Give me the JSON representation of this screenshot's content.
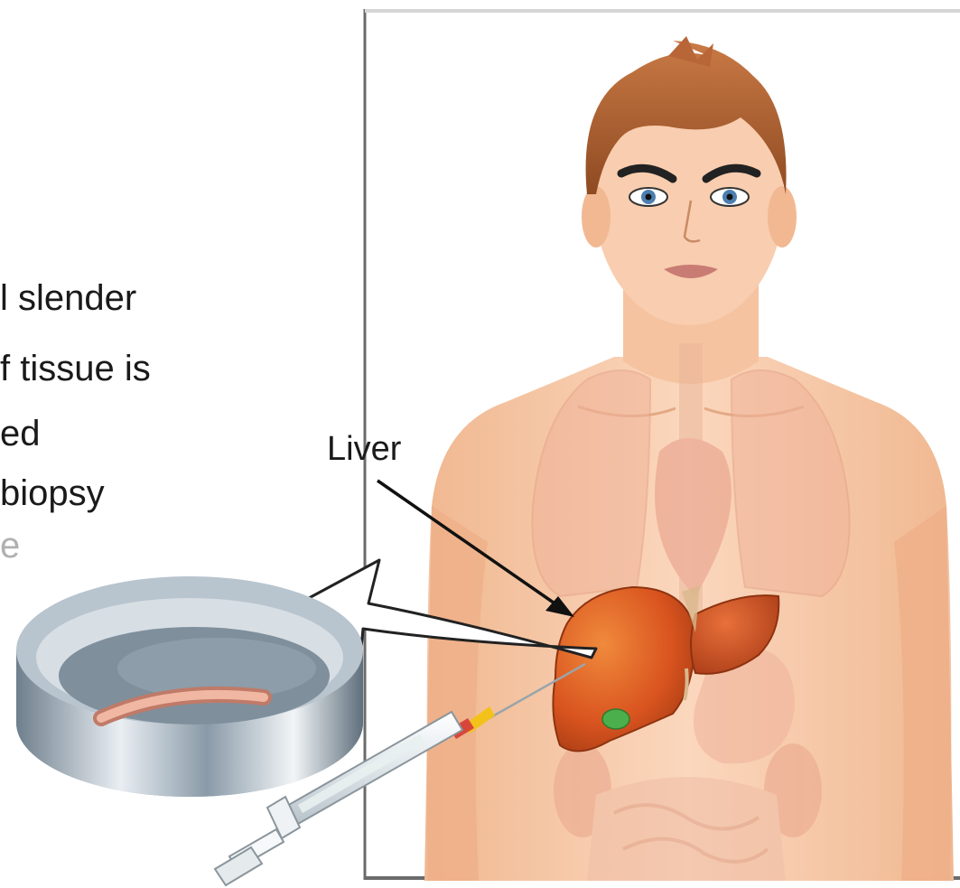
{
  "caption": {
    "lines": [
      "l slender",
      "f  tissue is",
      "ed",
      "biopsy",
      "e"
    ]
  },
  "labels": {
    "liver": "Liver"
  },
  "colors": {
    "skin": "#f7c9a6",
    "hair": "#b86638",
    "liver": "#d9541f",
    "gallbladder": "#4bb04b",
    "tissue": "#e9a78f",
    "dish_metal": "#9fb0bf",
    "syringe_needle_hub": "#f2c21a"
  }
}
